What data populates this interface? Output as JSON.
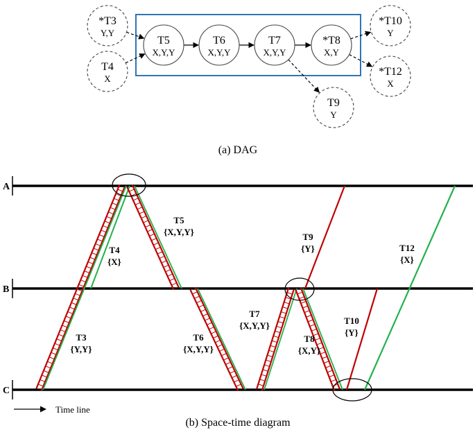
{
  "dag": {
    "caption": "(a)  DAG",
    "nodes": [
      {
        "id": "T3",
        "name": "*T3",
        "vars": "Y,Y",
        "dashed": true
      },
      {
        "id": "T4",
        "name": "T4",
        "vars": "X",
        "dashed": true
      },
      {
        "id": "T5",
        "name": "T5",
        "vars": "X,Y,Y",
        "dashed": false
      },
      {
        "id": "T6",
        "name": "T6",
        "vars": "X,Y,Y",
        "dashed": false
      },
      {
        "id": "T7",
        "name": "T7",
        "vars": "X,Y,Y",
        "dashed": false
      },
      {
        "id": "T8",
        "name": "*T8",
        "vars": "X,Y",
        "dashed": false
      },
      {
        "id": "T9",
        "name": "T9",
        "vars": "Y",
        "dashed": true
      },
      {
        "id": "T10",
        "name": "*T10",
        "vars": "Y",
        "dashed": true
      },
      {
        "id": "T12",
        "name": "*T12",
        "vars": "X",
        "dashed": true
      }
    ],
    "edges": [
      {
        "from": "T3",
        "to": "T5",
        "dashed": true
      },
      {
        "from": "T4",
        "to": "T5",
        "dashed": true
      },
      {
        "from": "T5",
        "to": "T6",
        "dashed": false
      },
      {
        "from": "T6",
        "to": "T7",
        "dashed": false
      },
      {
        "from": "T7",
        "to": "T8",
        "dashed": false
      },
      {
        "from": "T7",
        "to": "T9",
        "dashed": true
      },
      {
        "from": "T8",
        "to": "T10",
        "dashed": true
      },
      {
        "from": "T8",
        "to": "T12",
        "dashed": true
      }
    ],
    "box_color": "#2e75b6"
  },
  "spacetime": {
    "caption": "(b) Space-time diagram",
    "timeline_label": "Time line",
    "lines": [
      {
        "id": "A",
        "label": "A"
      },
      {
        "id": "B",
        "label": "B"
      },
      {
        "id": "C",
        "label": "C"
      }
    ],
    "tasks": [
      {
        "id": "T3",
        "name": "T3",
        "vars": "{Y,Y}"
      },
      {
        "id": "T4",
        "name": "T4",
        "vars": "{X}"
      },
      {
        "id": "T5",
        "name": "T5",
        "vars": "{X,Y,Y}"
      },
      {
        "id": "T6",
        "name": "T6",
        "vars": "{X,Y,Y}"
      },
      {
        "id": "T7",
        "name": "T7",
        "vars": "{X,Y,Y}"
      },
      {
        "id": "T8",
        "name": "T8",
        "vars": "{X,Y}"
      },
      {
        "id": "T9",
        "name": "T9",
        "vars": "{Y}"
      },
      {
        "id": "T10",
        "name": "T10",
        "vars": "{Y}"
      },
      {
        "id": "T12",
        "name": "T12",
        "vars": "{X}"
      }
    ],
    "colors": {
      "red": "#c00000",
      "green": "#22b14c",
      "line": "#000000"
    }
  }
}
